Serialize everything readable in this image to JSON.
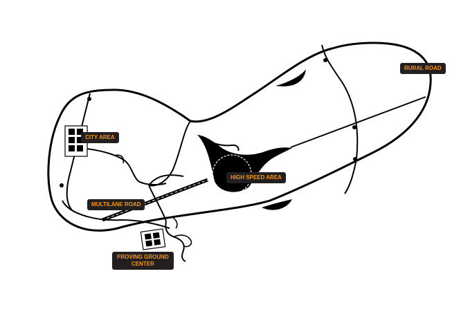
{
  "labels": {
    "rural_road": "RURAL ROAD",
    "city_area": "CITY AREA",
    "high_speed_area": "HIGH SPEED AREA",
    "multilane_road": "MULTILANE ROAD",
    "proving_ground_line1": "PROVING GROUND",
    "proving_ground_line2": "CENTER"
  },
  "colors": {
    "road": "#000000",
    "label_bg": "#231f20",
    "label_text": "#f7941d",
    "background": "#ffffff"
  }
}
